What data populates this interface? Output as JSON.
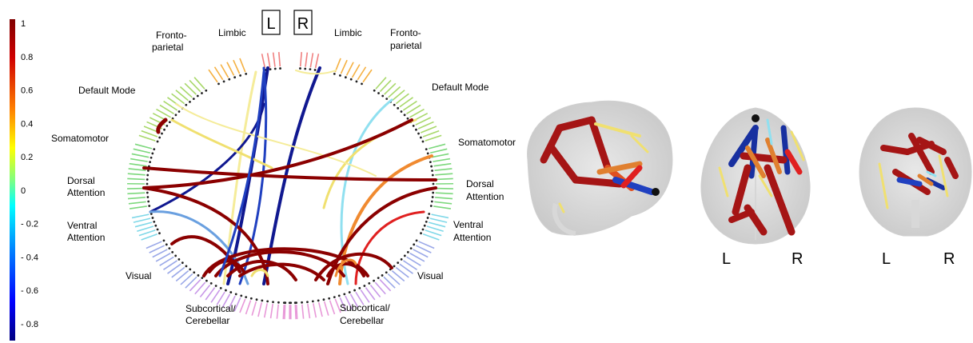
{
  "colorbar": {
    "ticks": [
      "1",
      "0.8",
      "0.6",
      "0.4",
      "0.2",
      "0",
      "- 0.2",
      "- 0.4",
      "- 0.6",
      "- 0.8"
    ],
    "colors": [
      "#000080",
      "#0000ff",
      "#0080ff",
      "#00ffff",
      "#80ff80",
      "#ffff00",
      "#ff8000",
      "#ff0000",
      "#800000"
    ]
  },
  "hemispheres": {
    "left": "L",
    "right": "R"
  },
  "networks": {
    "left_limbic": "Limbic",
    "left_fronto_1": "Fronto-",
    "left_fronto_2": "parietal",
    "left_default": "Default Mode",
    "left_somato": "Somatomotor",
    "left_dorsal_1": "Dorsal",
    "left_dorsal_2": "Attention",
    "left_ventral_1": "Ventral",
    "left_ventral_2": "Attention",
    "left_visual": "Visual",
    "left_subcort_1": "Subcortical/",
    "left_subcort_2": "Cerebellar",
    "right_limbic": "Limbic",
    "right_fronto_1": "Fronto-",
    "right_fronto_2": "parietal",
    "right_default": "Default Mode",
    "right_somato": "Somatomotor",
    "right_dorsal_1": "Dorsal",
    "right_dorsal_2": "Attention",
    "right_ventral_1": "Ventral",
    "right_ventral_2": "Attention",
    "right_visual": "Visual",
    "right_subcort_1": "Subcortical/",
    "right_subcort_2": "Cerebellar"
  },
  "network_colors": {
    "limbic": "#f08080",
    "fronto": "#f5b041",
    "default": "#a8d86a",
    "somato": "#7dd87d",
    "dorsal": "#7fd8e8",
    "ventral": "#9aa8e8",
    "visual": "#c898e8",
    "subcort": "#e898d8"
  },
  "connection_colors": {
    "dark_red": "#8b0000",
    "red": "#e02020",
    "orange": "#f08a30",
    "yellow": "#f0e070",
    "light_yellow": "#f5ec9a",
    "cyan": "#90e0f0",
    "light_blue": "#6aa0e0",
    "blue": "#2040c0",
    "dark_blue": "#101890"
  },
  "brain_views": [
    {
      "view": "sagittal",
      "left_label": "",
      "right_label": ""
    },
    {
      "view": "axial",
      "left_label": "L",
      "right_label": "R"
    },
    {
      "view": "coronal",
      "left_label": "L",
      "right_label": "R"
    }
  ]
}
